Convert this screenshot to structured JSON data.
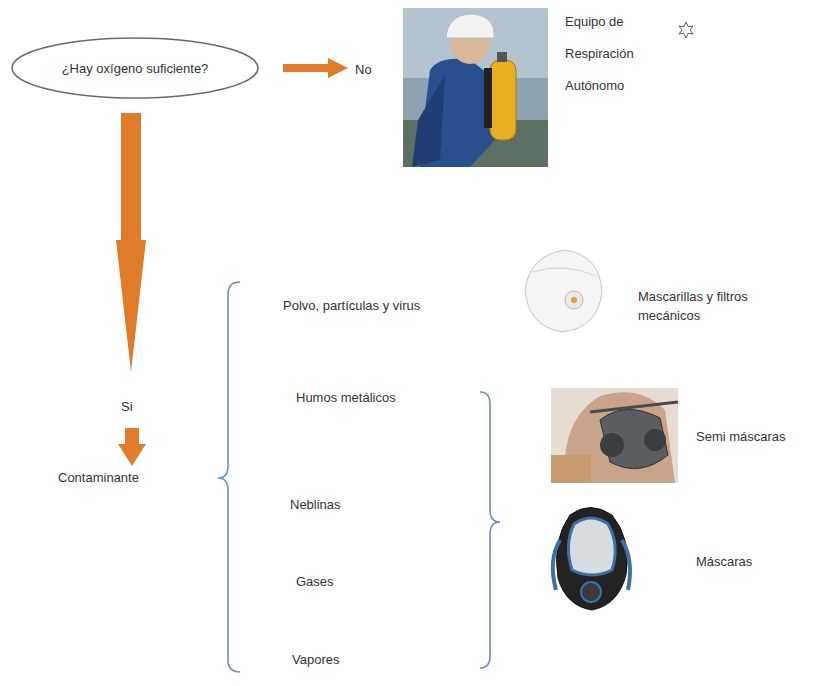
{
  "diagram": {
    "nodes": [
      {
        "text": [
          "¿Hay oxígeno suficiente?"
        ]
      }
    ],
    "labels": [
      "No",
      "Equipo de Respiración Autónomo",
      "Si",
      "Contaminante",
      "Polvo, partículas y virus",
      "Mascarillas y filtros mecánicos",
      "Humos metálicos",
      "Neblinas",
      "Gases",
      "Vapores",
      "Semi máscaras",
      "Máscaras"
    ]
  }
}
